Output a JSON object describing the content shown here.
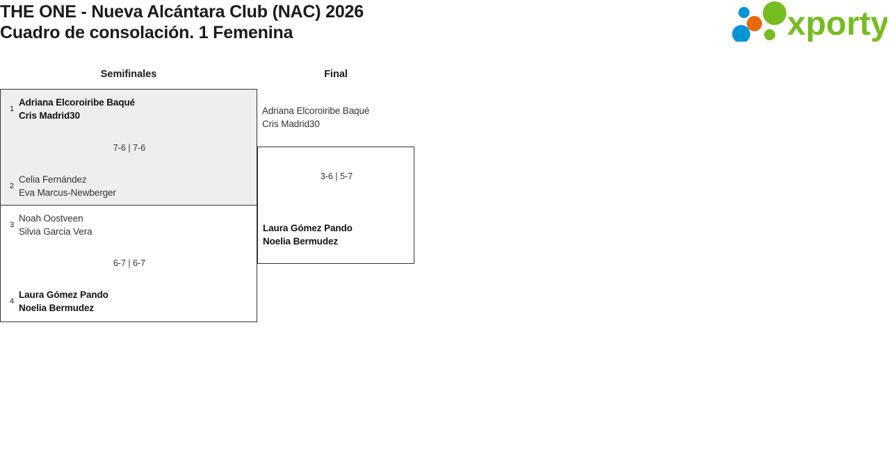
{
  "header": {
    "title": "THE ONE - Nueva Alcántara Club (NAC) 2026\nCuadro de consolación. 1 Femenina",
    "logo": {
      "name": "xporty-logo",
      "wordmark": "xporty",
      "colors": {
        "green": "#76bc21",
        "blue": "#0096d6",
        "orange": "#e8690b"
      }
    }
  },
  "bracket": {
    "rounds": [
      {
        "id": "semifinals",
        "label": "Semifinales"
      },
      {
        "id": "final",
        "label": "Final"
      }
    ],
    "matches": {
      "semifinal_1": {
        "score": "7-6 | 7-6",
        "top": {
          "seed": "1",
          "names": "Adriana Elcoroiribe Baqué\nCris Madrid30",
          "result": "winner"
        },
        "bottom": {
          "seed": "2",
          "names": "Celia Fernández\nEva Marcus-Newberger",
          "result": "loser"
        }
      },
      "semifinal_2": {
        "score": "6-7 | 6-7",
        "top": {
          "seed": "3",
          "names": "Noah Oostveen\nSilvia Garcia Vera",
          "result": "loser"
        },
        "bottom": {
          "seed": "4",
          "names": "Laura Gómez Pando\nNoelia Bermudez",
          "result": "winner"
        }
      },
      "final": {
        "score": "3-6 | 5-7",
        "top": {
          "seed": "",
          "names": "Adriana Elcoroiribe Baqué\nCris Madrid30",
          "result": "loser"
        },
        "bottom": {
          "seed": "",
          "names": "Laura Gómez Pando\nNoelia Bermudez",
          "result": "winner"
        }
      }
    }
  }
}
